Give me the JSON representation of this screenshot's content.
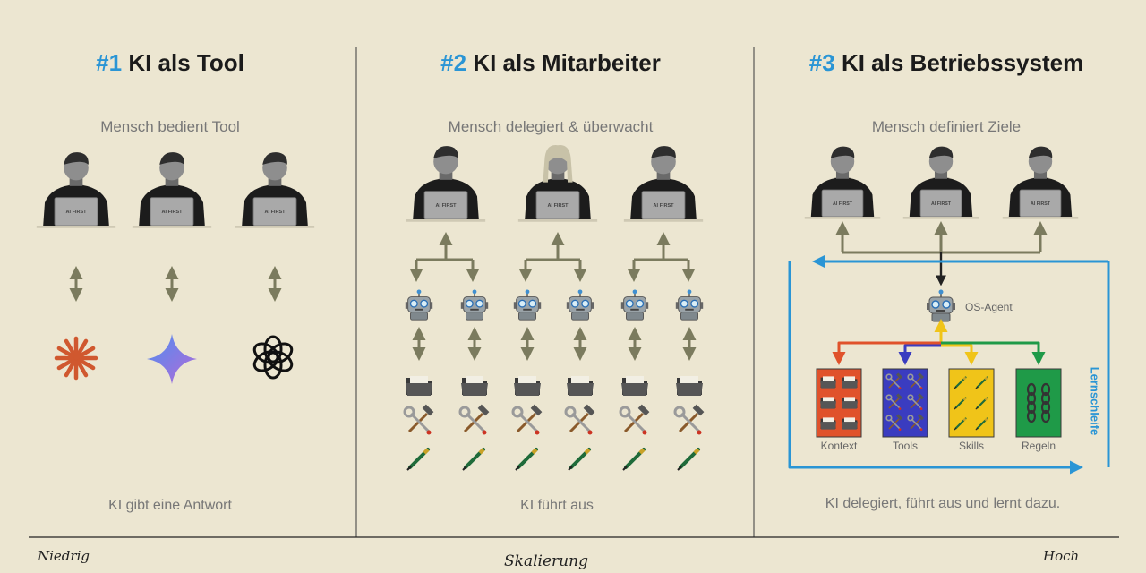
{
  "columns": [
    {
      "num": "#1",
      "title": "KI als Tool",
      "subtitle": "Mensch bedient Tool",
      "footer": "KI gibt eine Antwort"
    },
    {
      "num": "#2",
      "title": "KI als Mitarbeiter",
      "subtitle": "Mensch delegiert & überwacht",
      "footer": "KI führt aus"
    },
    {
      "num": "#3",
      "title": "KI als Betriebssystem",
      "subtitle": "Mensch definiert Ziele",
      "footer": "KI delegiert, führt aus und lernt dazu."
    }
  ],
  "laptop_brand": "AI FIRST",
  "os_agent": "OS-Agent",
  "modules": [
    {
      "label": "Kontext",
      "color": "#e0522b",
      "icon": "folder-icon"
    },
    {
      "label": "Tools",
      "color": "#3a3cc0",
      "icon": "tools-icon"
    },
    {
      "label": "Skills",
      "color": "#f0c419",
      "icon": "pen-icon"
    },
    {
      "label": "Regeln",
      "color": "#1f9a48",
      "icon": "chain-icon"
    }
  ],
  "loop_label": "Lernschleife",
  "axis": {
    "low": "Niedrig",
    "mid": "Skalierung",
    "high": "Hoch"
  },
  "colors": {
    "accent": "#2a95d5",
    "arrow": "#7b7b5e"
  }
}
